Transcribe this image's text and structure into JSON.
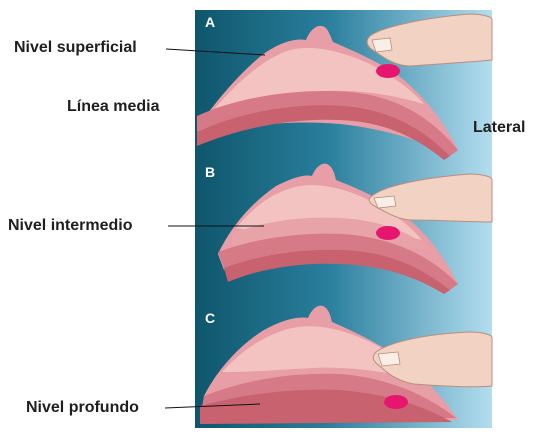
{
  "labels": {
    "superficial": "Nivel superficial",
    "midline": "Línea media",
    "lateral": "Lateral",
    "intermediate": "Nivel intermedio",
    "deep": "Nivel profundo"
  },
  "panels": [
    {
      "letter": "A",
      "level": "superficial"
    },
    {
      "letter": "B",
      "level": "intermediate"
    },
    {
      "letter": "C",
      "level": "deep"
    }
  ],
  "colors": {
    "background_dark": "#0f5a70",
    "background_light": "#a9d8ec",
    "breast_outer": "#e79ea6",
    "breast_inner": "#f4c6c4",
    "chest_wall": "#cf6f7e",
    "marker": "#e6166e",
    "finger": "#f2d2c2"
  },
  "icons": {
    "finger": "palpating-finger-icon",
    "marker": "lump-marker-icon"
  }
}
